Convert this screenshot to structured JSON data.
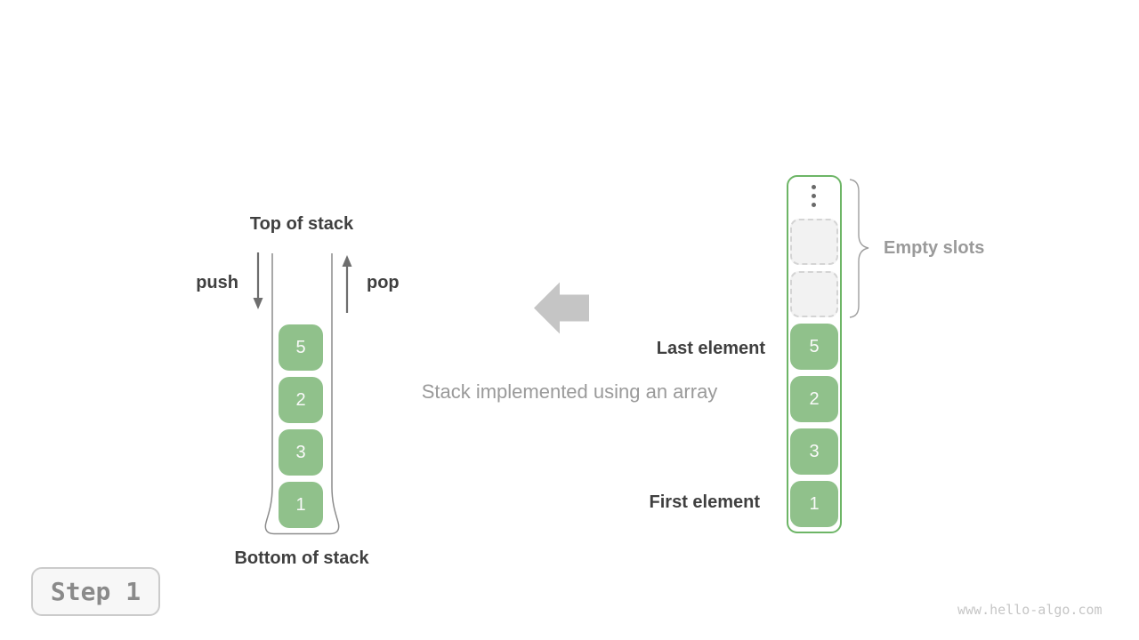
{
  "colors": {
    "cell_green": "#90c18b",
    "cell_number_white": "#fafafa",
    "array_border_green": "#6db566",
    "empty_slot_fill": "#f2f2f2",
    "empty_slot_border": "#d4d4d4",
    "line_gray": "#6e6e6e",
    "outline_gray": "#8c8c8c",
    "block_arrow_gray": "#c5c5c5",
    "brace_gray": "#9e9e9e",
    "text_dark": "#3f3f3f",
    "text_gray": "#9a9a9a",
    "step_text_gray": "#8a8a8a",
    "step_border_gray": "#cbcbcb",
    "step_bg": "#f7f7f7",
    "watermark_gray": "#c6c6c6",
    "dot_gray": "#696969"
  },
  "left_stack": {
    "top_label": "Top of stack",
    "bottom_label": "Bottom of stack",
    "push_label": "push",
    "pop_label": "pop",
    "values": [
      "5",
      "2",
      "3",
      "1"
    ]
  },
  "center": {
    "caption": "Stack implemented using an array"
  },
  "right_array": {
    "empty_slot_count": 2,
    "values": [
      "5",
      "2",
      "3",
      "1"
    ],
    "empty_slots_label": "Empty slots",
    "last_element_label": "Last element",
    "first_element_label": "First element"
  },
  "footer": {
    "step_label": "Step 1",
    "watermark": "www.hello-algo.com"
  }
}
